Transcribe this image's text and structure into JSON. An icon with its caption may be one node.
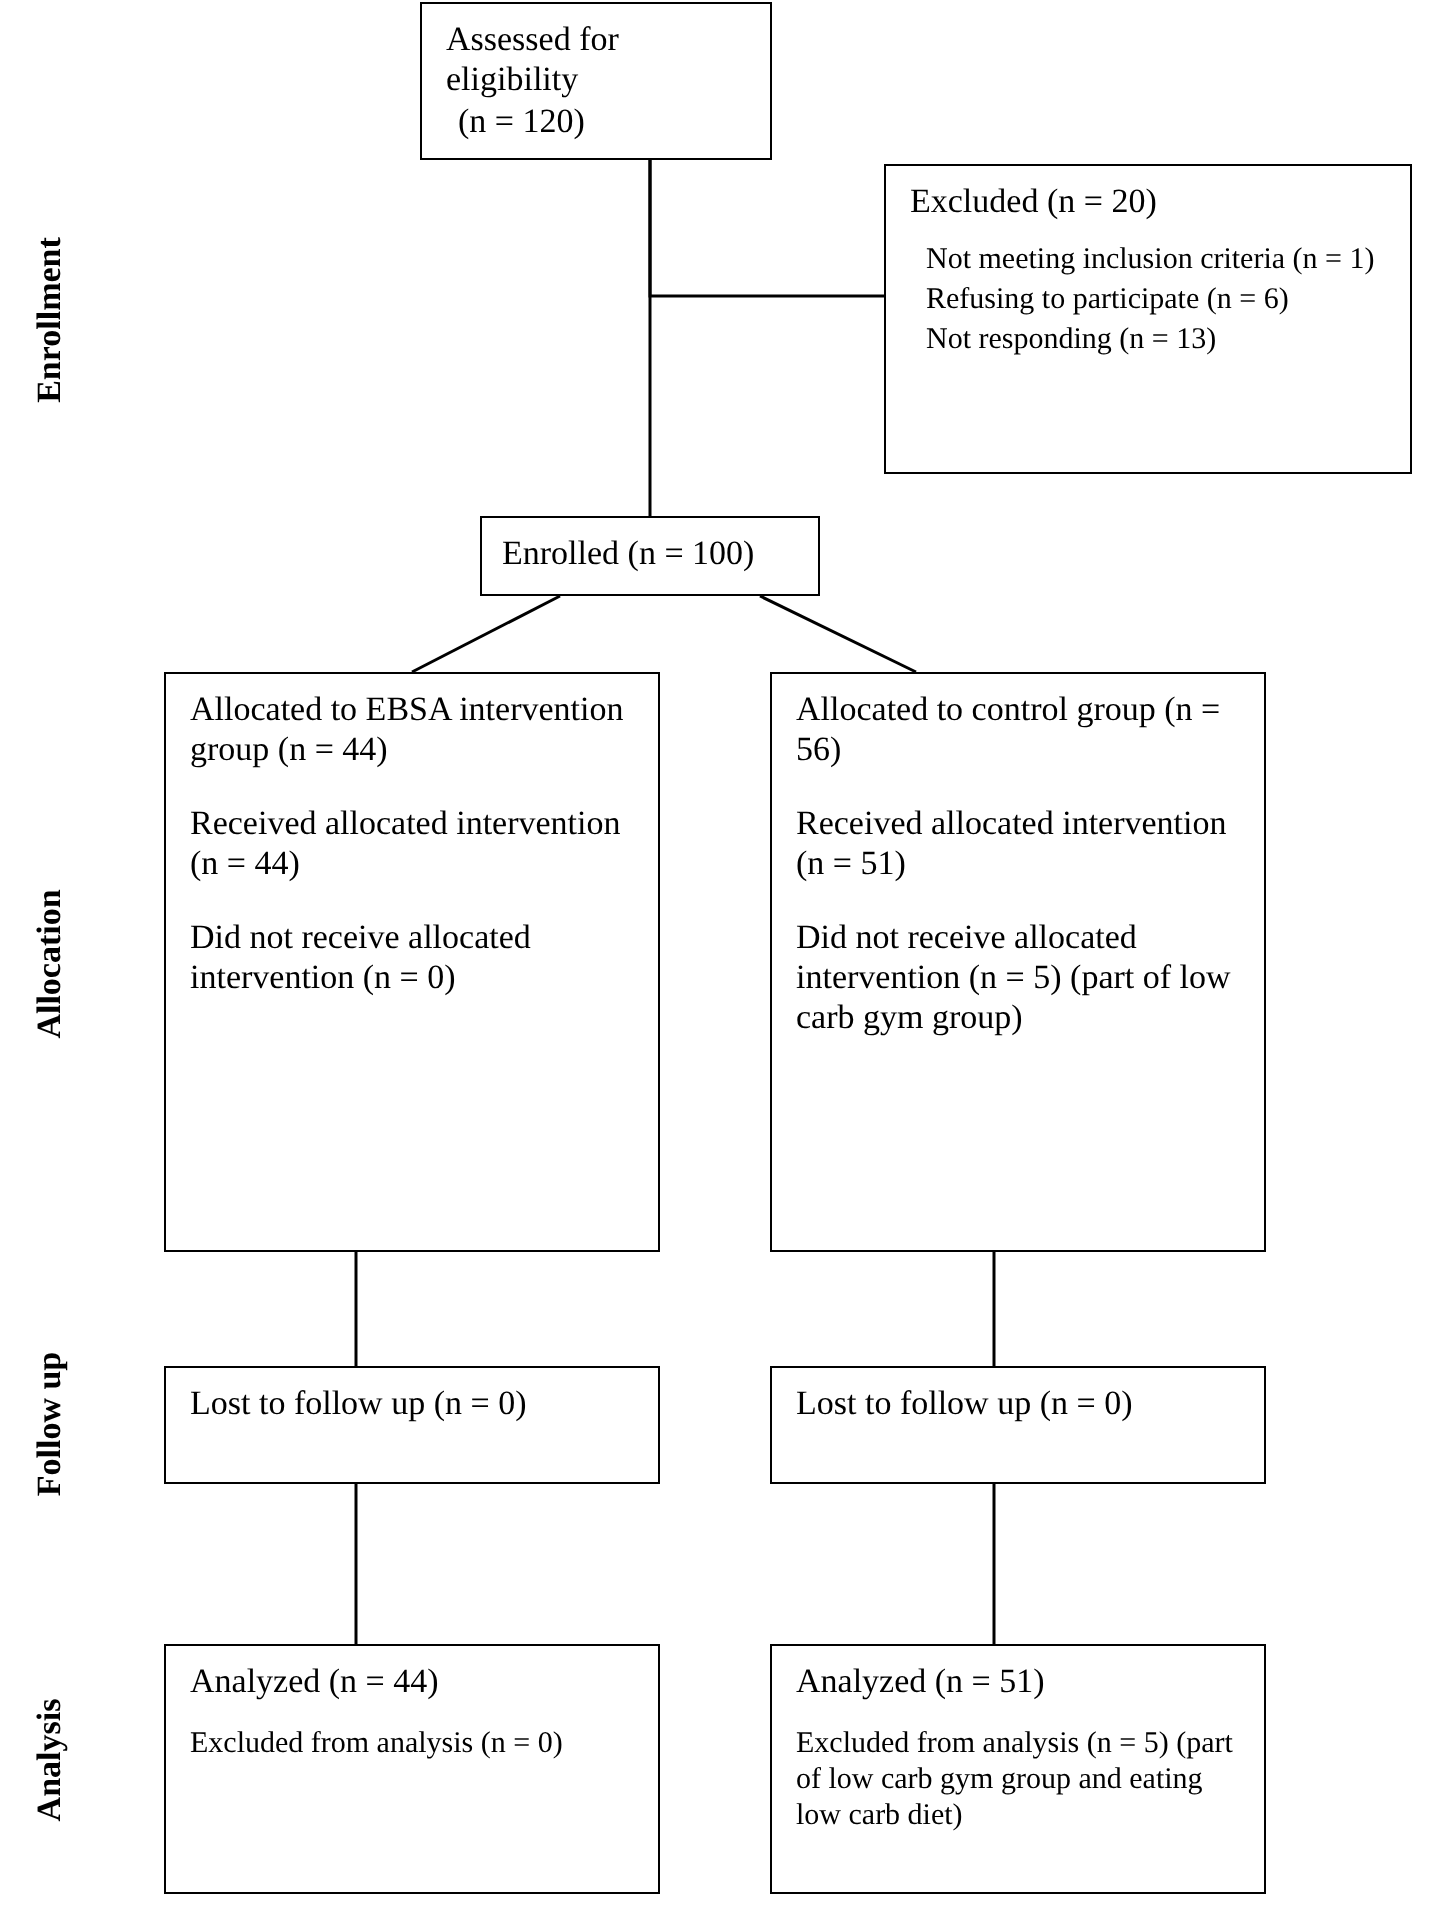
{
  "diagram": {
    "nodes": [
      {
        "text": [
          "Assessed for eligibility",
          "(n = 120)"
        ]
      },
      {
        "text": [
          "Excluded (n = 20)",
          "Not meeting inclusion criteria (n = 1)",
          "Refusing to participate (n = 6)",
          "Not responding (n = 13)"
        ]
      },
      {
        "text": [
          "Enrolled (n = 100)"
        ]
      },
      {
        "text": [
          "Allocated to EBSA intervention group (n = 44)",
          "Received allocated intervention (n = 44)",
          "Did not receive allocated intervention (n = 0)"
        ]
      },
      {
        "text": [
          "Allocated to control group (n = 56)",
          "Received allocated intervention (n = 51)",
          "Did not receive allocated intervention (n = 5) (part of low carb gym group)"
        ]
      },
      {
        "text": [
          "Lost to follow up (n = 0)"
        ]
      },
      {
        "text": [
          "Lost to follow up (n = 0)"
        ]
      },
      {
        "text": [
          "Analyzed (n = 44)",
          "Excluded from analysis (n = 0)"
        ]
      },
      {
        "text": [
          "Analyzed (n = 51)",
          "Excluded from analysis (n = 5) (part of low carb gym group and eating low carb diet)"
        ]
      }
    ],
    "edges": [
      {
        "from": 0,
        "to": 2,
        "arrow": "none"
      },
      {
        "from": 0,
        "to": 1,
        "arrow": "none"
      },
      {
        "from": 2,
        "to": 3,
        "arrow": "none"
      },
      {
        "from": 2,
        "to": 4,
        "arrow": "none"
      },
      {
        "from": 3,
        "to": 5,
        "arrow": "none"
      },
      {
        "from": 4,
        "to": 6,
        "arrow": "none"
      },
      {
        "from": 5,
        "to": 7,
        "arrow": "none"
      },
      {
        "from": 6,
        "to": 8,
        "arrow": "none"
      }
    ],
    "labels": [
      "Enrollment",
      "Allocation",
      "Follow up",
      "Analysis"
    ]
  }
}
